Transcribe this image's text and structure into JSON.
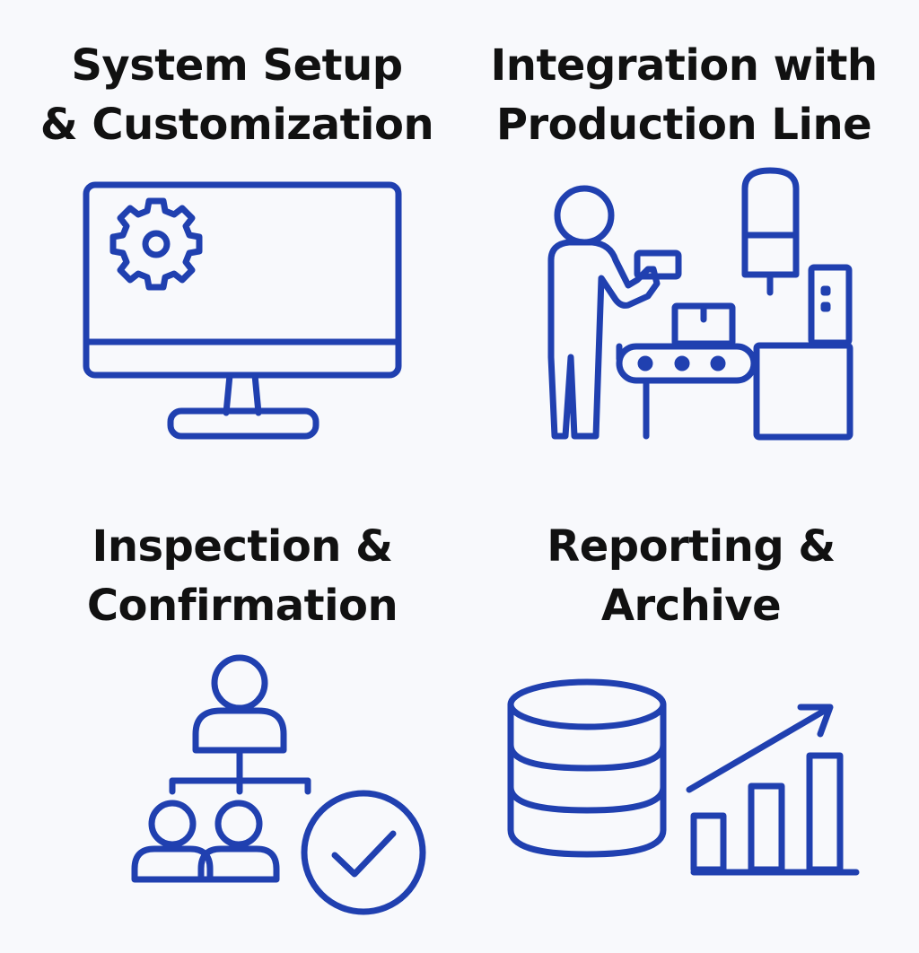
{
  "accent_color": "#2040b0",
  "panels": [
    {
      "id": "system-setup",
      "title_lines": [
        "System Setup",
        "& Customization"
      ],
      "icon": "monitor-gear-icon"
    },
    {
      "id": "integration",
      "title_lines": [
        "Integration with",
        "Production Line"
      ],
      "icon": "worker-conveyor-icon"
    },
    {
      "id": "inspection",
      "title_lines": [
        "Inspection &",
        "Confirmation"
      ],
      "icon": "team-check-icon"
    },
    {
      "id": "reporting",
      "title_lines": [
        "Reporting &",
        "Archive"
      ],
      "icon": "database-chart-icon"
    }
  ]
}
